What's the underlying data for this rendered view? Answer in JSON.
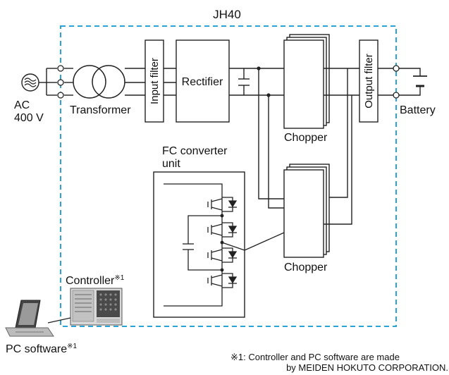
{
  "system_label": "JH40",
  "source": {
    "line1": "AC",
    "line2": "400 V"
  },
  "transformer_label": "Transformer",
  "input_filter_label": "Input filter",
  "rectifier_label": "Rectifier",
  "chopper_top_label": "Chopper",
  "chopper_bottom_label": "Chopper",
  "output_filter_label": "Output filter",
  "battery_label": "Battery",
  "fc_converter": {
    "line1": "FC converter",
    "line2": "unit"
  },
  "controller": {
    "label": "Controller",
    "mark": "※1"
  },
  "pc_software": {
    "label": "PC software",
    "mark": "※1"
  },
  "footnote": {
    "line1": "※1: Controller and PC software are made",
    "line2": "by MEIDEN HOKUTO CORPORATION."
  },
  "colors": {
    "boundary": "#2aa3d8",
    "line": "#222222",
    "box_fill": "#ffffff"
  }
}
